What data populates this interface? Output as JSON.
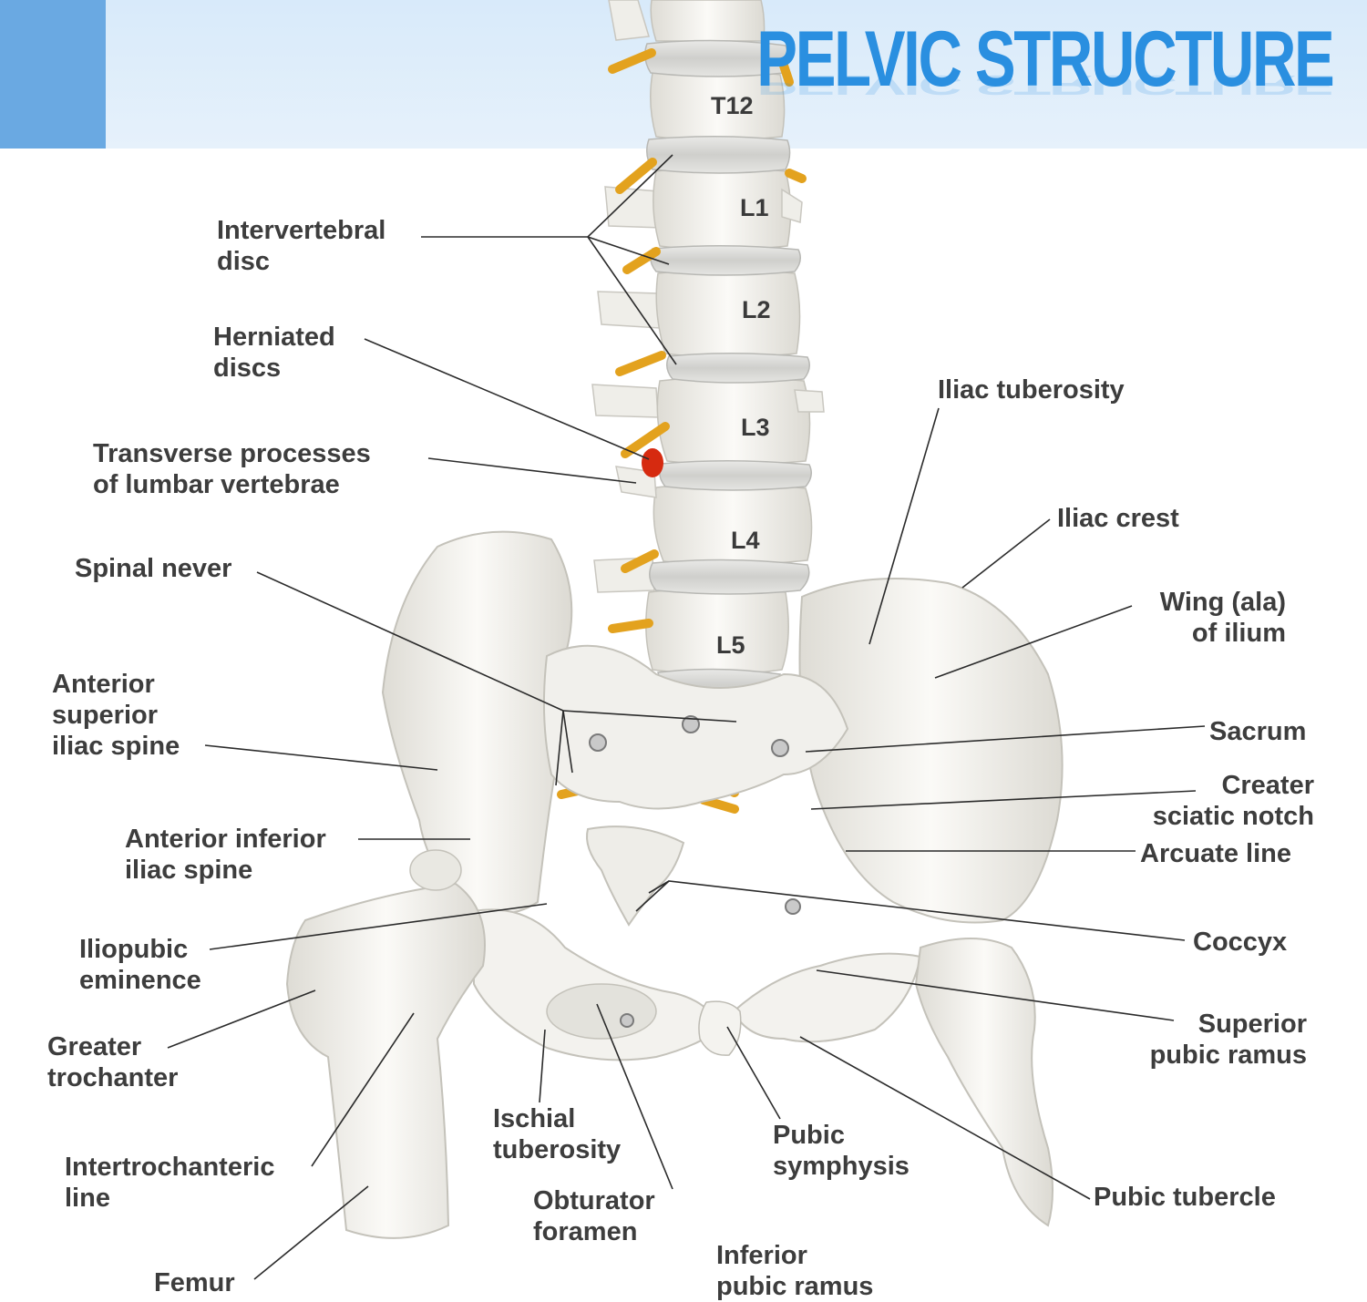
{
  "title": "PELVIC STRUCTURE",
  "colors": {
    "header_band": "#dcecfa",
    "header_accent": "#6aa9e2",
    "title": "#2a8fe0",
    "label_text": "#3d3d3d",
    "bone": "#f4f3ef",
    "disc": "#d8d8d6",
    "nerve": "#e3a21e",
    "herniation": "#d62a10"
  },
  "vertebrae": [
    "T12",
    "L1",
    "L2",
    "L3",
    "L4",
    "L5"
  ],
  "labels": {
    "intervertebral_disc": "Intervertebral\ndisc",
    "herniated_discs": "Herniated\ndiscs",
    "transverse_processes": "Transverse processes\nof lumbar vertebrae",
    "spinal_never": "Spinal never",
    "asis": "Anterior\nsuperior\niliac spine",
    "aiis": "Anterior inferior\niliac spine",
    "iliopubic_eminence": "Iliopubic\neminence",
    "greater_trochanter": "Greater\ntrochanter",
    "intertrochanteric_line": "Intertrochanteric\nline",
    "femur": "Femur",
    "ischial_tuberosity": "Ischial\ntuberosity",
    "obturator_foramen": "Obturator\nforamen",
    "inferior_pubic_ramus": "Inferior\npubic ramus",
    "pubic_symphysis": "Pubic\nsymphysis",
    "pubic_tubercle": "Pubic tubercle",
    "superior_pubic_ramus": "Superior\npubic ramus",
    "coccyx": "Coccyx",
    "arcuate_line": "Arcuate line",
    "greater_sciatic_notch": "Creater\nsciatic notch",
    "sacrum": "Sacrum",
    "wing_of_ilium": "Wing (ala)\nof ilium",
    "iliac_crest": "Iliac crest",
    "iliac_tuberosity": "Iliac tuberosity"
  }
}
